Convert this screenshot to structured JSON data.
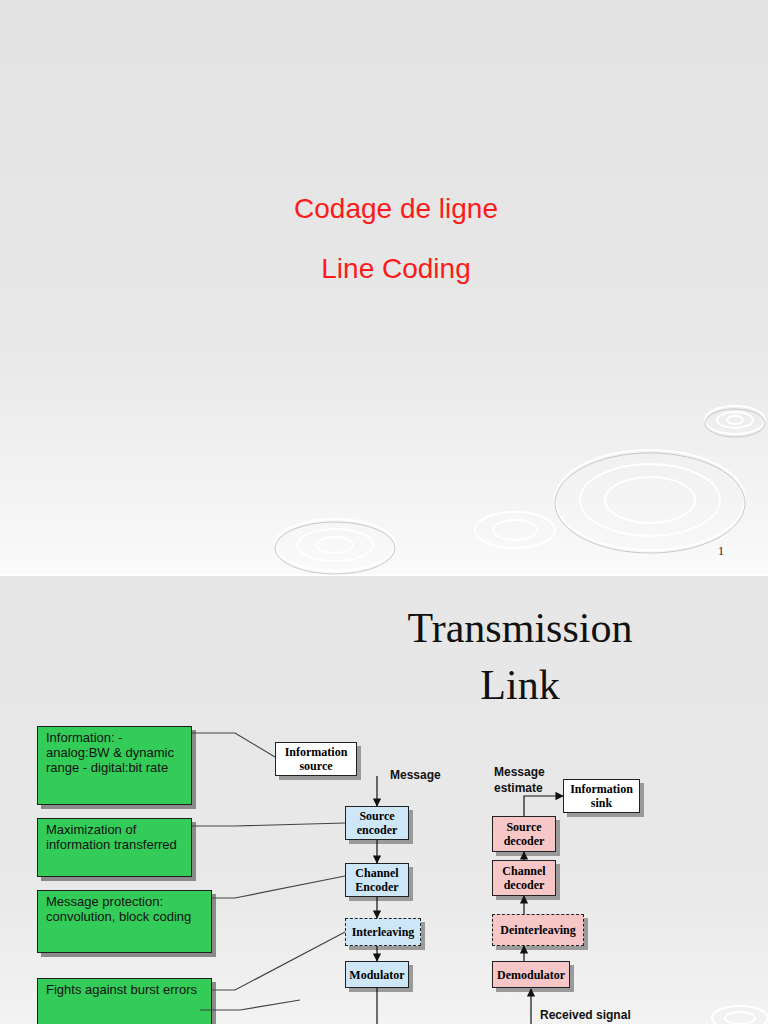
{
  "diagram": {
    "title": "Transmission Link",
    "nodes": [
      {
        "text": [
          "Information: - analog:BW & dynamic range - digital:bit rate"
        ]
      },
      {
        "text": [
          "Maximization of information transferred"
        ]
      },
      {
        "text": [
          "Message protection: convolution, block coding"
        ]
      },
      {
        "text": [
          "Fights against burst errors"
        ]
      },
      {
        "text": [
          "Information source"
        ]
      },
      {
        "text": [
          "Source encoder"
        ]
      },
      {
        "text": [
          "Channel Encoder"
        ]
      },
      {
        "text": [
          "Interleaving"
        ]
      },
      {
        "text": [
          "Modulator"
        ]
      },
      {
        "text": [
          "Information sink"
        ]
      },
      {
        "text": [
          "Source decoder"
        ]
      },
      {
        "text": [
          "Channel decoder"
        ]
      },
      {
        "text": [
          "Deinterleaving"
        ]
      },
      {
        "text": [
          "Demodulator"
        ]
      }
    ],
    "edges": [
      {
        "from": 4,
        "to": 5,
        "arrow": "to"
      },
      {
        "from": 5,
        "to": 6,
        "arrow": "to"
      },
      {
        "from": 6,
        "to": 7,
        "arrow": "to"
      },
      {
        "from": 7,
        "to": 8,
        "arrow": "to"
      },
      {
        "from": 13,
        "to": 12,
        "arrow": "to"
      },
      {
        "from": 12,
        "to": 11,
        "arrow": "to"
      },
      {
        "from": 11,
        "to": 10,
        "arrow": "to"
      },
      {
        "from": 10,
        "to": 9,
        "arrow": "to"
      },
      {
        "from": 0,
        "to": 4,
        "arrow": "none"
      },
      {
        "from": 1,
        "to": 5,
        "arrow": "none"
      },
      {
        "from": 2,
        "to": 6,
        "arrow": "none"
      },
      {
        "from": 3,
        "to": 7,
        "arrow": "none"
      }
    ],
    "labels": [
      "Codage de ligne",
      "Line Coding",
      "1",
      "Message",
      "Message estimate",
      "Received signal"
    ]
  }
}
